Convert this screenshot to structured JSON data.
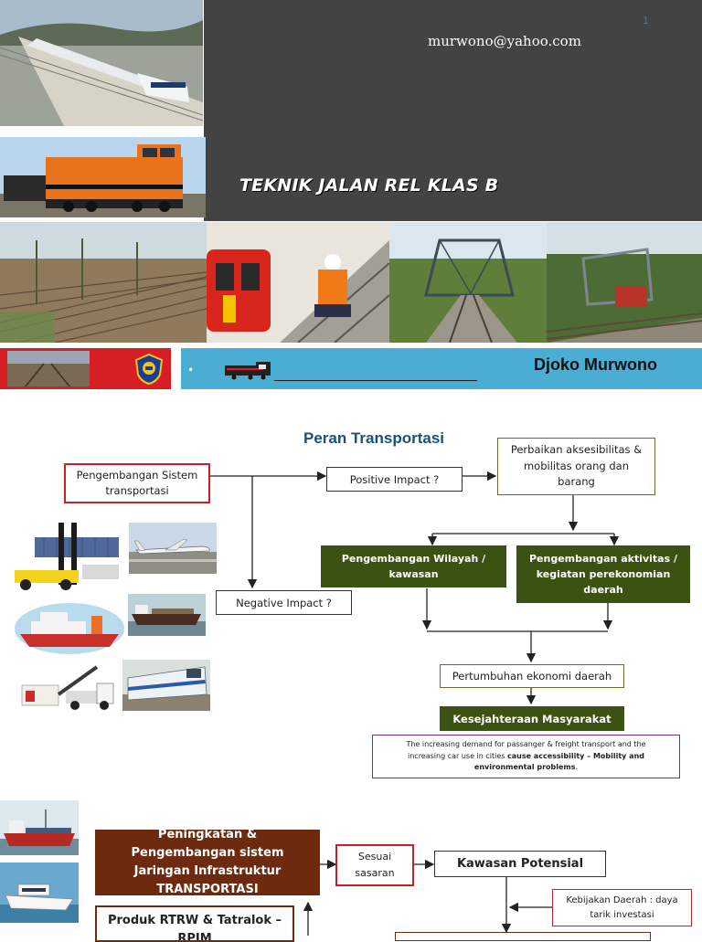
{
  "slide1": {
    "email": "murwono@yahoo.com",
    "title": "TEKNIK JALAN REL KLAS B",
    "author": "Djoko Murwono",
    "bullet": "•",
    "page_num": "1"
  },
  "slide2": {
    "title": "Peran Transportasi",
    "boxes": {
      "pengembangan_sistem": "Pengembangan Sistem transportasi",
      "positive_impact": "Positive Impact ?",
      "negative_impact": "Negative Impact ?",
      "perbaikan": "Perbaikan aksesibilitas & mobilitas orang dan barang",
      "pengembangan_wilayah": "Pengembangan Wilayah / kawasan",
      "pengembangan_aktivitas": "Pengembangan aktivitas / kegiatan perekonomian daerah",
      "pertumbuhan": "Pertumbuhan ekonomi daerah",
      "kesejahteraan": "Kesejahteraan Masyarakat"
    },
    "note_plain": "The increasing demand for passanger & freight transport and the increasing car use in cities ",
    "note_bold": "cause accessibility – Mobility and environmental problems",
    "note_end": "."
  },
  "slide3": {
    "peningkatan": "Peningkatan & Pengembangan sistem Jaringan Infrastruktur TRANSPORTASI",
    "sesuai": "Sesuai sasaran",
    "kawasan": "Kawasan Potensial",
    "kebijakan": "Kebijakan Daerah : daya tarik investasi",
    "produk": "Produk RTRW & Tatralok – RPJM"
  },
  "colors": {
    "slide_bg": "#434343",
    "band_blue": "#4aaed4",
    "red_panel": "#d81e25",
    "dark_green": "#3c5213",
    "brown": "#6e2a0f",
    "title_blue": "#1f4e79",
    "purple_border": "#7a2a95",
    "olive_border": "#6b6a2a",
    "red_border": "#cc1f25"
  },
  "icons": [
    "train-icon",
    "ministry-emblem-icon"
  ]
}
